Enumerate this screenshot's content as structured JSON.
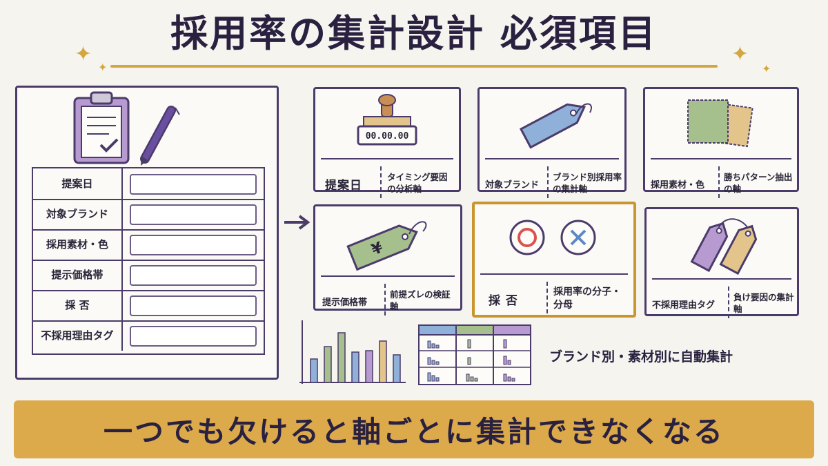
{
  "title": "採用率の集計設計 必須項目",
  "form": {
    "rows": [
      {
        "label": "提案日"
      },
      {
        "label": "対象ブランド"
      },
      {
        "label": "採用素材・色"
      },
      {
        "label": "提示価格帯"
      },
      {
        "label": "採 否"
      },
      {
        "label": "不採用理由タグ"
      }
    ]
  },
  "cards": [
    {
      "label": "提案日",
      "desc": "タイミング要因の分析軸",
      "icon": "date-stamp-icon",
      "stamp_text": "00.00.00"
    },
    {
      "label": "対象ブランド",
      "desc": "ブランド別採用率の集計軸",
      "icon": "brand-tag-icon"
    },
    {
      "label": "採用素材・色",
      "desc": "勝ちパターン抽出の軸",
      "icon": "fabric-swatch-icon"
    },
    {
      "label": "提示価格帯",
      "desc": "前提ズレの検証軸",
      "icon": "price-tag-icon",
      "tag_text": "¥"
    },
    {
      "label": "採 否",
      "desc": "採用率の分子・分母",
      "icon": "circle-cross-icon"
    },
    {
      "label": "不採用理由タグ",
      "desc": "負け要因の集計軸",
      "icon": "reason-tags-icon"
    }
  ],
  "auto_aggregate": "ブランド別・素材別に自動集計",
  "banner": "一つでも欠けると軸ごとに集計できなくなる",
  "colors": {
    "ink": "#4b3b6b",
    "accent": "#d4a640",
    "banner": "#dcaa4a",
    "highlight": "#c9952e",
    "blue": "#8fb1d9",
    "green": "#a6c08d",
    "purple": "#b79bd0",
    "tan": "#e3c48a"
  }
}
